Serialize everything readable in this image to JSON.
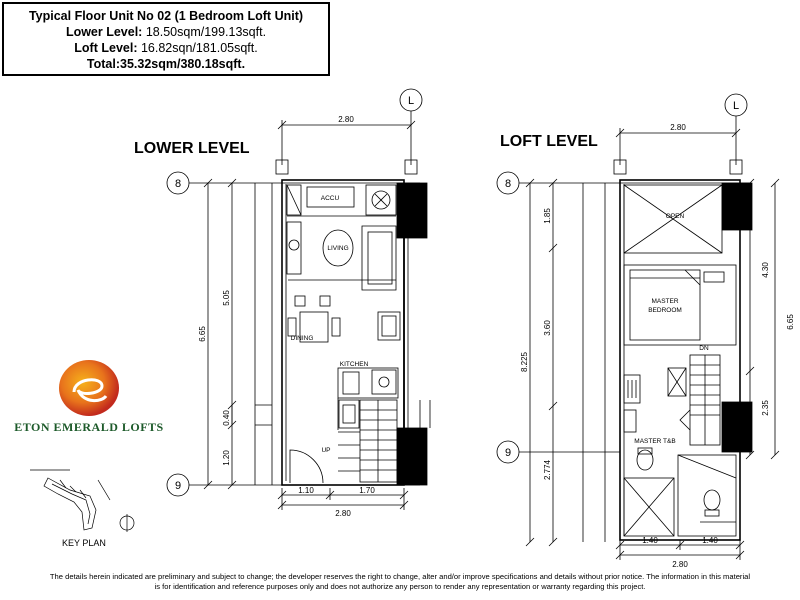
{
  "header": {
    "title": "Typical Floor Unit No 02 (1 Bedroom Loft Unit)",
    "lower_label": "Lower Level:",
    "lower_value": " 18.50sqm/199.13sqft.",
    "loft_label": "Loft Level:",
    "loft_value": " 16.82sqn/181.05sqft.",
    "total": "Total:35.32sqm/380.18sqft."
  },
  "plans": {
    "lower_title": "LOWER LEVEL",
    "loft_title": "LOFT LEVEL",
    "grid_l": "L",
    "grid_8": "8",
    "grid_9": "9",
    "lower_dims": {
      "top": "2.80",
      "left_a": "5.05",
      "left_b": "0.40",
      "left_c": "1.20",
      "left_total": "6.65",
      "bottom_a": "1.10",
      "bottom_b": "1.70",
      "bottom_total": "2.80"
    },
    "loft_dims": {
      "top": "2.80",
      "left_a": "1.85",
      "left_b": "3.60",
      "left_c": "2.774",
      "left_total": "8.225",
      "right_a": "4.30",
      "right_b": "2.35",
      "right_total": "6.65",
      "bottom_a": "1.40",
      "bottom_b": "1.40",
      "bottom_total": "2.80"
    },
    "rooms": {
      "accu": "ACCU",
      "living": "LIVING",
      "dining": "DINING",
      "kitchen": "KITCHEN",
      "up": "UP",
      "dn": "DN",
      "open": "OPEN",
      "master_bedroom_1": "MASTER",
      "master_bedroom_2": "BEDROOM",
      "master_tb": "MASTER T&B"
    }
  },
  "brand": {
    "name": "ETON EMERALD LOFTS",
    "keyplan": "KEY PLAN",
    "colors": {
      "orange": "#e8731c",
      "red": "#c22a1d",
      "green": "#1d5a2a",
      "yellow": "#f6b21b"
    }
  },
  "footer": {
    "line1": "The details herein indicated are preliminary and subject to change; the developer reserves the right to change, alter and/or improve specifications and details without prior notice.  The information in this material",
    "line2": "is for identification and reference purposes only and does not authorize any person to render any representation or warranty regarding this project."
  }
}
